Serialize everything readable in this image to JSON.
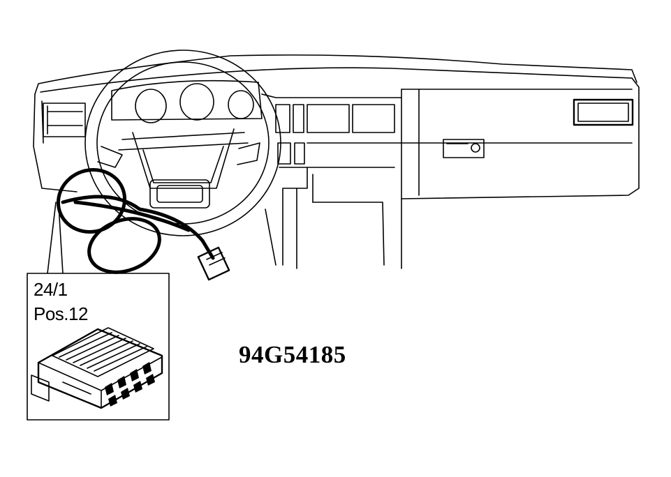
{
  "callout": {
    "ref": "24/1",
    "position": "Pos.12"
  },
  "reference_code": "94G54185"
}
